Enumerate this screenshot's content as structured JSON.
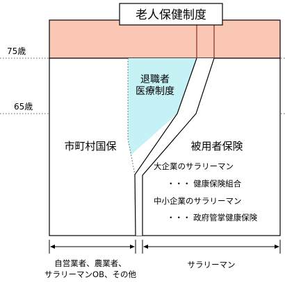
{
  "title": "老人保健制度",
  "age_marks": {
    "age_75": "75歳",
    "age_65": "65歳"
  },
  "regions": {
    "retiree": {
      "line1": "退職者",
      "line2": "医療制度"
    },
    "municipal": "市町村国保",
    "employee": "被用者保険"
  },
  "employee_details": {
    "large_company": "大企業のサラリーマン",
    "large_insurer": "・・・ 健康保険組合",
    "small_company": "中小企業のサラリーマン",
    "small_insurer": "・・・ 政府管掌健康保険"
  },
  "footer": {
    "left_line1": "自営業者、農業者、",
    "left_line2": "サラリーマンOB、その他",
    "right": "サラリーマン"
  },
  "colors": {
    "elderly_band": "#f9c7b3",
    "retiree_area": "#c6f2f6",
    "outline": "#000000",
    "divider": "#8b2c1c"
  }
}
